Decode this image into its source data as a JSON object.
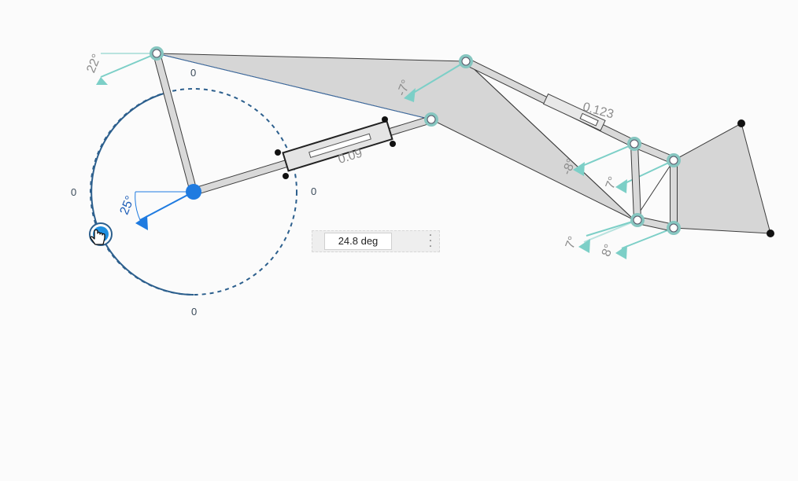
{
  "input_angle": {
    "value_text": "24.8 deg",
    "angle_label": "25°",
    "tick_label": "0"
  },
  "joint_angle_labels": {
    "top_left": "22°",
    "top_middle": "-7°",
    "right_upper": "-8°",
    "right_middle": "7°",
    "right_low_a": "7°",
    "right_low_b": "8°"
  },
  "slider_labels": {
    "upper_right": "0.123",
    "middle": "0.09"
  },
  "colors": {
    "link_fill": "#d6d6d6",
    "link_stroke": "#3c3c3c",
    "joint_ring": "#86c6c0",
    "angle_marker": "#7ccfc7",
    "input_blue": "#1f7be0",
    "dashed_circle": "#2c5f8d"
  },
  "icons": {
    "menu": "vertical-ellipsis-icon",
    "cursor": "hand-pointer-icon"
  }
}
